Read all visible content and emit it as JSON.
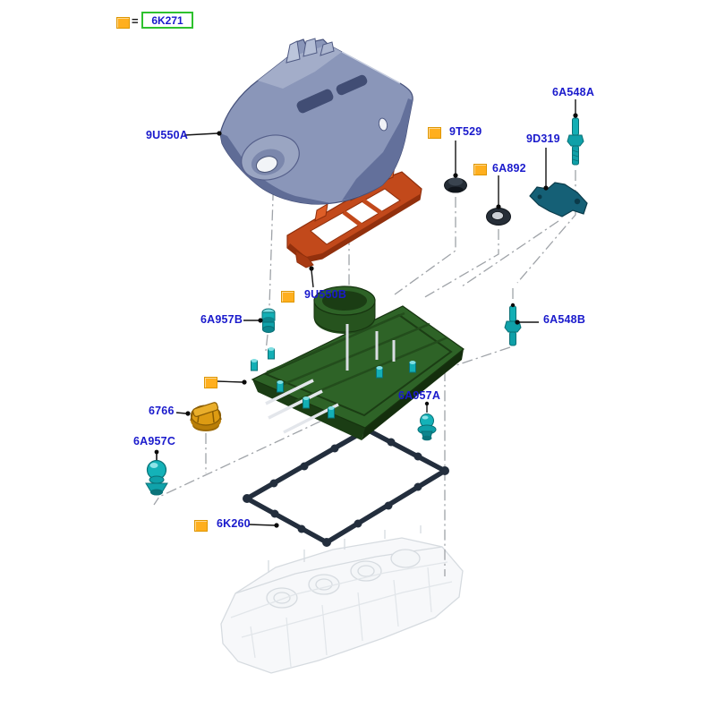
{
  "legend": {
    "equals_sign": "=",
    "assembly_code": "6K271"
  },
  "parts": [
    {
      "code": "9U550A",
      "has_marker": false
    },
    {
      "code": "6A548A",
      "has_marker": false
    },
    {
      "code": "9T529",
      "has_marker": true
    },
    {
      "code": "6A892",
      "has_marker": true
    },
    {
      "code": "9D319",
      "has_marker": false
    },
    {
      "code": "9U550B",
      "has_marker": true
    },
    {
      "code": "6A957B",
      "has_marker": false
    },
    {
      "code": "6A548B",
      "has_marker": false
    },
    {
      "code": "6A957A",
      "has_marker": false
    },
    {
      "code": "6766",
      "has_marker": false
    },
    {
      "code": "6A957C",
      "has_marker": false
    },
    {
      "code": "6K260",
      "has_marker": true
    }
  ],
  "unlabeled_markers": [
    {
      "points_to": "valve-cover-assembly"
    }
  ],
  "colors": {
    "marker-yellow": "#FFAF1E",
    "marker-border": "#DE9600",
    "label-blue": "#1A1ACC",
    "legend-green": "#2EC12E",
    "leader-black": "#141414",
    "centerline-gray": "#9FA3A8",
    "engine-cover-blue": "#8A96B9",
    "bracket-orange": "#C2491B",
    "valve-cover-green": "#2E6327",
    "fastener-teal": "#13AFB5",
    "gasket-navy": "#232E3D"
  }
}
